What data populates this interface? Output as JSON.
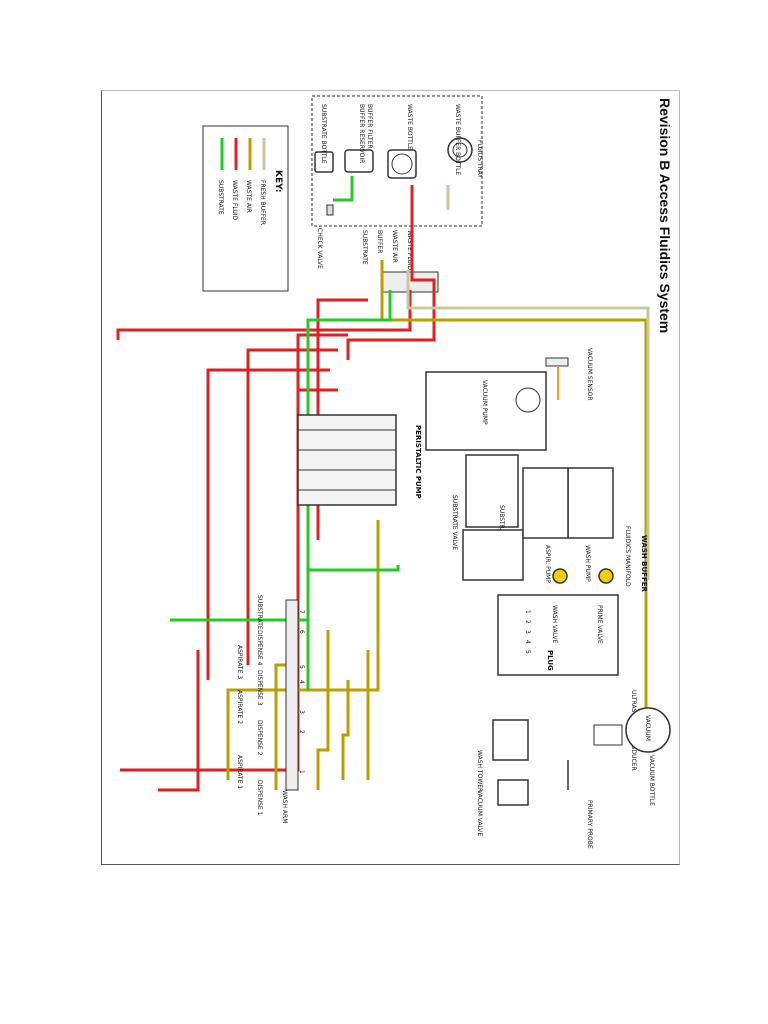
{
  "title": "Revision B Access Fluidics System",
  "key": {
    "heading": "KEY:",
    "items": [
      {
        "label": "FRESH BUFFER",
        "color": "#c8c8a0"
      },
      {
        "label": "WASTE AIR",
        "color": "#b8a000"
      },
      {
        "label": "WASTE FLUID",
        "color": "#e02020"
      },
      {
        "label": "SUBSTRATE",
        "color": "#22cc22"
      }
    ]
  },
  "colors": {
    "fresh_buffer": "#c8c8a0",
    "waste_air": "#b8a000",
    "waste_fluid": "#e02020",
    "substrate": "#22cc22",
    "dark": "#333333",
    "sensor": "#f0a020"
  },
  "labels": {
    "fluids_tray": "FLUIDS TRAY",
    "waste_buffer_bottle": "WASTE BUFFER BOTTLE",
    "waste_bottle": "WASTE BOTTLE",
    "buffer_filter": "BUFFER FILTER",
    "buffer_reservoir": "BUFFER RESERVOIR",
    "substrate_bottle": "SUBSTRATE BOTTLE",
    "waste_fluid_line": "WASTE FLUID",
    "waste_air_line": "WASTE AIR",
    "buffer_line": "BUFFER",
    "substrate_line": "SUBSTRATE",
    "check_valve": "CHECK VALVE",
    "vacuum_sensor": "VACUUM SENSOR",
    "vacuum_pump": "VACUUM PUMP",
    "peristaltic_pump": "PERISTALTIC PUMP",
    "substrate_valve": "SUBSTRATE VALVE",
    "substrate_pump": "SUBSTRATE PUMP",
    "fluidics_manifold": "FLUIDICS MANIFOLD",
    "wash_buffer": "WASH BUFFER",
    "wash_pump": "WASH PUMP",
    "aspiration_pump": "ASPIR. PUMP",
    "prime_valve": "PRIME VALVE",
    "wash_valve": "WASH VALVE",
    "plug": "PLUG",
    "ultrasonic_transducer": "ULTRASONIC TRANSDUCER",
    "wash_tower": "WASH TOWER",
    "primary_probe": "PRIMARY PROBE",
    "vacuum_valve": "VACUUM VALVE",
    "vacuum_bottle": "VACUUM BOTTLE",
    "vacuum_bottle_tag": "VACUUM",
    "wash_arm": "WASH ARM",
    "dispenses": [
      "DISPENSE 1",
      "DISPENSE 2",
      "DISPENSE 3",
      "DISPENSE 4"
    ],
    "aspirates": [
      "ASPIRATE 1",
      "ASPIRATE 2",
      "ASPIRATE 3"
    ],
    "substrate_dispense": "SUBSTRATE",
    "port_numbers": [
      "1",
      "2",
      "3",
      "4",
      "5",
      "6",
      "7"
    ],
    "manifold_ports": [
      "1",
      "2",
      "3",
      "4",
      "5"
    ]
  }
}
